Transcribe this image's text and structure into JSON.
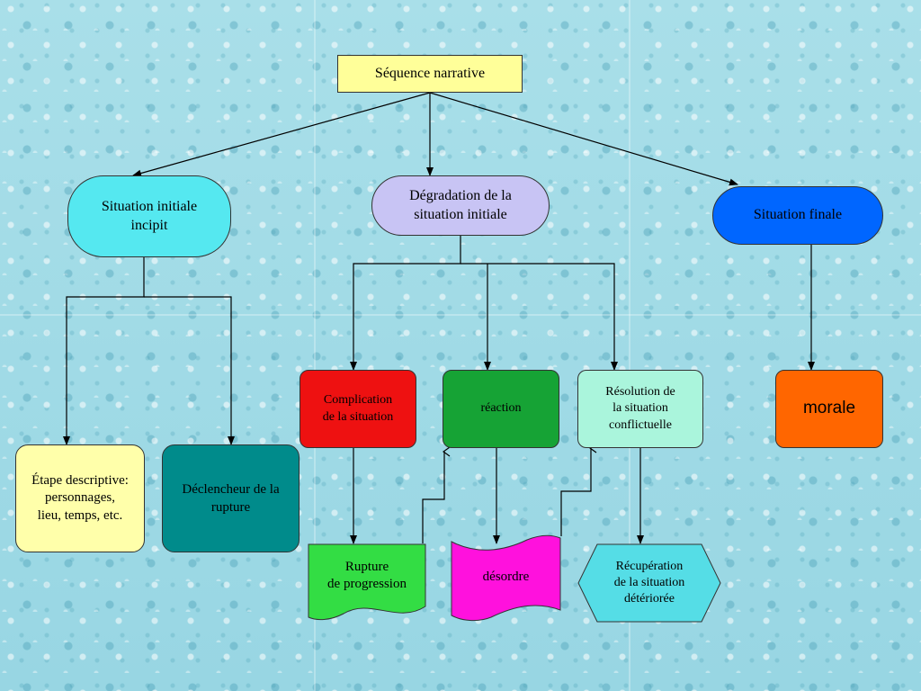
{
  "nodes": {
    "sequence": {
      "label": "Séquence narrative",
      "color": "#ffff99"
    },
    "initiale": {
      "label": "Situation initiale\nincipit",
      "color": "#55e8f0"
    },
    "degradation": {
      "label": "Dégradation de la\nsituation initiale",
      "color": "#c8c4f4"
    },
    "finale": {
      "label": "Situation finale",
      "color": "#0066ff"
    },
    "etape": {
      "label": "Étape descriptive:\npersonnages,\nlieu, temps, etc.",
      "color": "#ffffaa"
    },
    "declencheur": {
      "label": "Déclencheur de la\nrupture",
      "color": "#008b8b"
    },
    "complication": {
      "label": "Complication\nde la situation",
      "color": "#ee1111"
    },
    "reaction": {
      "label": "réaction",
      "color": "#16a335"
    },
    "resolution": {
      "label": "Résolution de\nla situation\nconflictuelle",
      "color": "#aaf5dc"
    },
    "morale": {
      "label": "morale",
      "color": "#ff6600"
    },
    "rupture": {
      "label": "Rupture\nde progression",
      "color": "#33dd44"
    },
    "desordre": {
      "label": "désordre",
      "color": "#ff11dd"
    },
    "recuperation": {
      "label": "Récupération\nde la situation\ndétériorée",
      "color": "#55dde6"
    }
  }
}
